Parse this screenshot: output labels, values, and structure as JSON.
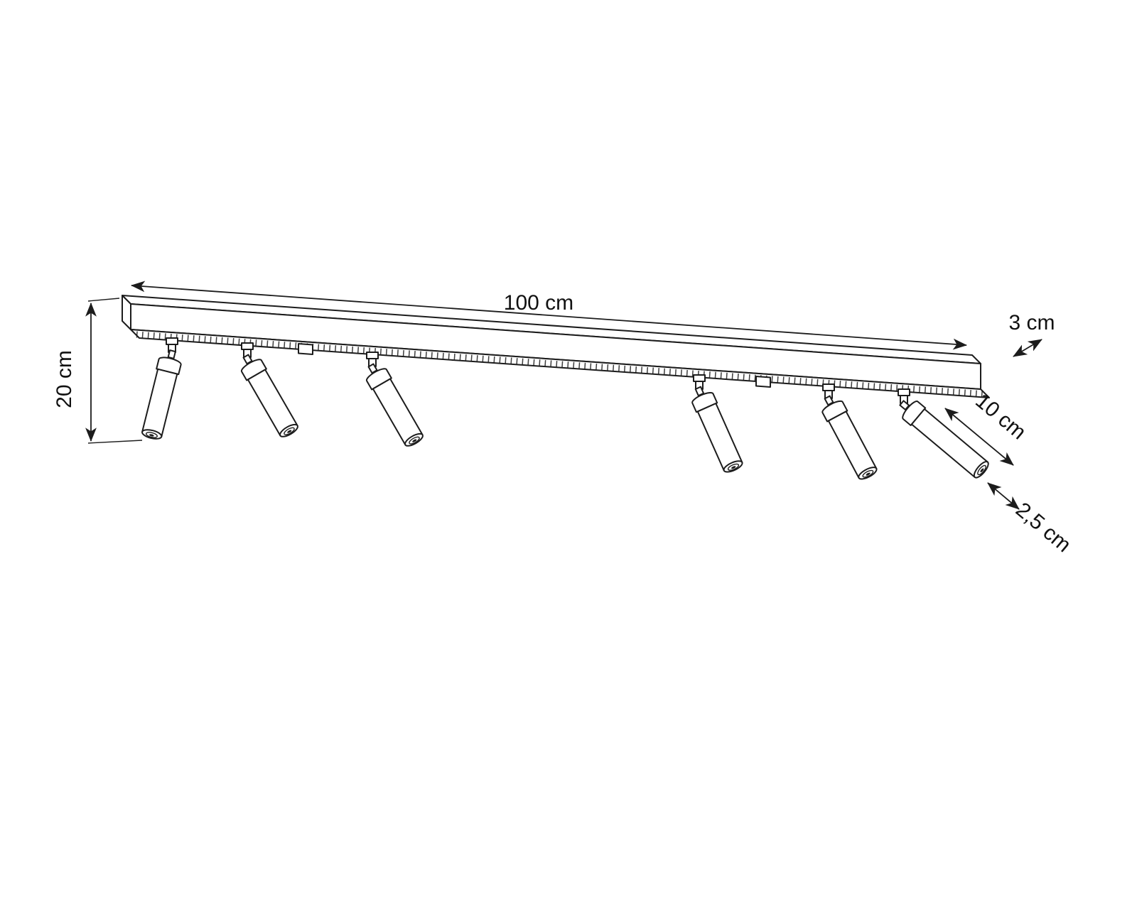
{
  "diagram": {
    "type": "technical-dimension-drawing",
    "subject": "ceiling rail light with six adjustable cylindrical spotlights",
    "spotlight_count": 6,
    "labels": {
      "rail_length": "100 cm",
      "rail_depth": "3 cm",
      "total_height": "20 cm",
      "spot_length": "10 cm",
      "spot_diameter": "2,5 cm"
    }
  },
  "colors": {
    "line": "#1c1c1c",
    "background": "#ffffff"
  }
}
